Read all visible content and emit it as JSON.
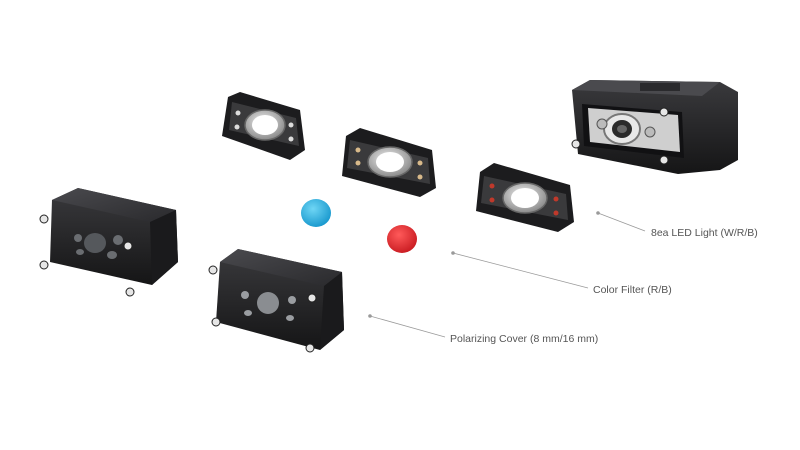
{
  "labels": {
    "led_light": "8ea LED Light (W/R/B)",
    "color_filter": "Color Filter (R/B)",
    "polarizing_cover": "Polarizing Cover (8 mm/16 mm)"
  },
  "colors": {
    "background": "#ffffff",
    "housing": "#1e1e20",
    "filter_blue": "#27b6e6",
    "filter_red": "#e8242b",
    "leader_line": "#9a9a9a",
    "label_text": "#555555"
  }
}
